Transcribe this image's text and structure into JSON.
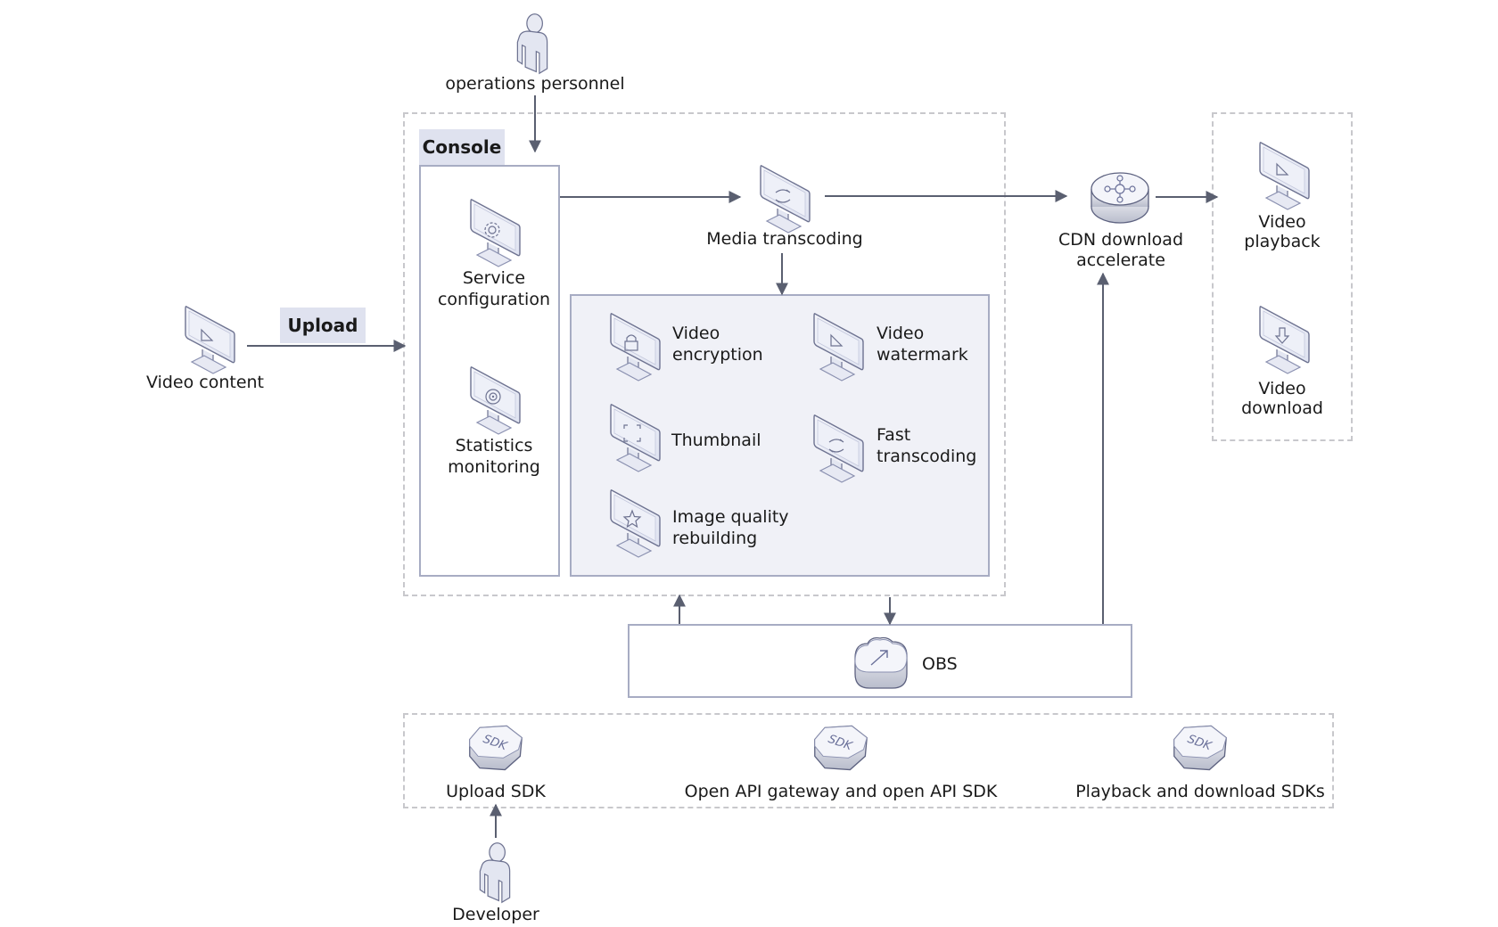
{
  "actors": {
    "operations": "operations personnel",
    "developer": "Developer"
  },
  "source": {
    "video_content": "Video content",
    "upload_tag": "Upload"
  },
  "console": {
    "title": "Console",
    "items": [
      {
        "line1": "Service",
        "line2": "configuration",
        "icon": "gear-icon"
      },
      {
        "line1": "Statistics",
        "line2": "monitoring",
        "icon": "target-icon"
      }
    ]
  },
  "media_transcoding": {
    "label": "Media transcoding",
    "icon": "transcode-icon"
  },
  "features": [
    {
      "line1": "Video",
      "line2": "encryption",
      "icon": "lock-icon"
    },
    {
      "line1": "Video",
      "line2": "watermark",
      "icon": "play-icon"
    },
    {
      "line1": "Thumbnail",
      "line2": "",
      "icon": "crop-icon"
    },
    {
      "line1": "Fast",
      "line2": "transcoding",
      "icon": "transcode-icon"
    },
    {
      "line1": "Image quality",
      "line2": "rebuilding",
      "icon": "star-icon"
    }
  ],
  "cdn": {
    "line1": "CDN download",
    "line2": "accelerate",
    "icon": "cdn-node-icon"
  },
  "outputs": [
    {
      "line1": "Video",
      "line2": "playback",
      "icon": "play-icon"
    },
    {
      "line1": "Video",
      "line2": "download",
      "icon": "download-icon"
    }
  ],
  "obs": {
    "label": "OBS",
    "icon": "cloud-storage-icon"
  },
  "sdks": [
    {
      "label": "Upload SDK"
    },
    {
      "label": "Open API gateway and open API SDK"
    },
    {
      "label": "Playback and download SDKs"
    }
  ],
  "colors": {
    "arrow": "#5a5f70",
    "box_border": "#a7acc3",
    "tag_fill": "#dfe2ef",
    "feature_fill": "#f0f1f7",
    "dashed": "#c8c8cc"
  }
}
